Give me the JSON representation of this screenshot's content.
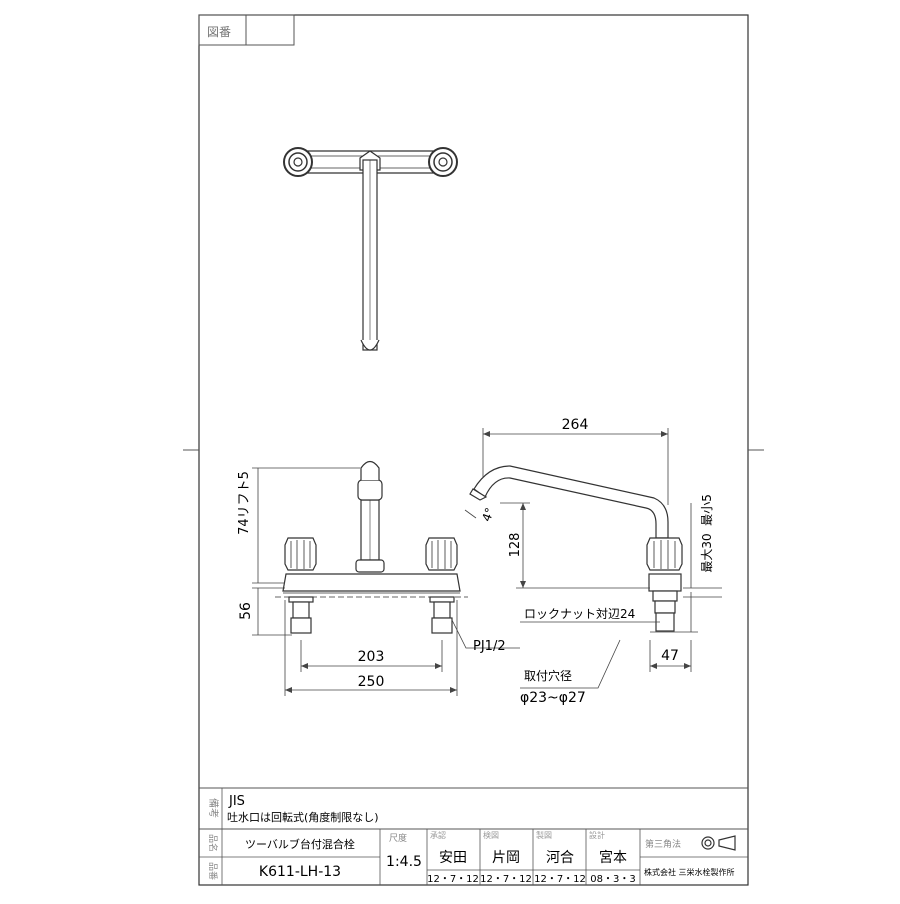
{
  "header": {
    "figure_no_label": "図番",
    "figure_no_value": ""
  },
  "dimensions": {
    "d264": "264",
    "d203": "203",
    "d250": "250",
    "d128": "128",
    "d56": "56",
    "d47": "47",
    "lift": "74リフト5",
    "angle": "4°",
    "max30": "最大30",
    "min5": "最小5",
    "locknut": "ロックナット対辺24",
    "pj": "PJ1/2",
    "hole_label": "取付穴径",
    "hole_value": "φ23~φ27"
  },
  "notes": {
    "label": "備考",
    "line1": "JIS",
    "line2": "吐水口は回転式(角度制限なし)"
  },
  "title_block": {
    "name_label": "品名",
    "name_value": "ツーバルブ台付混合栓",
    "number_label": "品番",
    "number_value": "K611-LH-13",
    "scale_label": "尺度",
    "scale_value": "1:4.5",
    "check_label": "承認",
    "check_name": "安田",
    "check_date": "12・7・12",
    "inspect_label": "検図",
    "inspect_name": "片岡",
    "inspect_date": "12・7・12",
    "draw_label": "製図",
    "draw_name": "河合",
    "draw_date": "12・7・12",
    "design_label": "設計",
    "design_name": "宮本",
    "design_date": "08・3・3",
    "projection_label": "第三角法",
    "company": "株式会社 三栄水栓製作所"
  }
}
